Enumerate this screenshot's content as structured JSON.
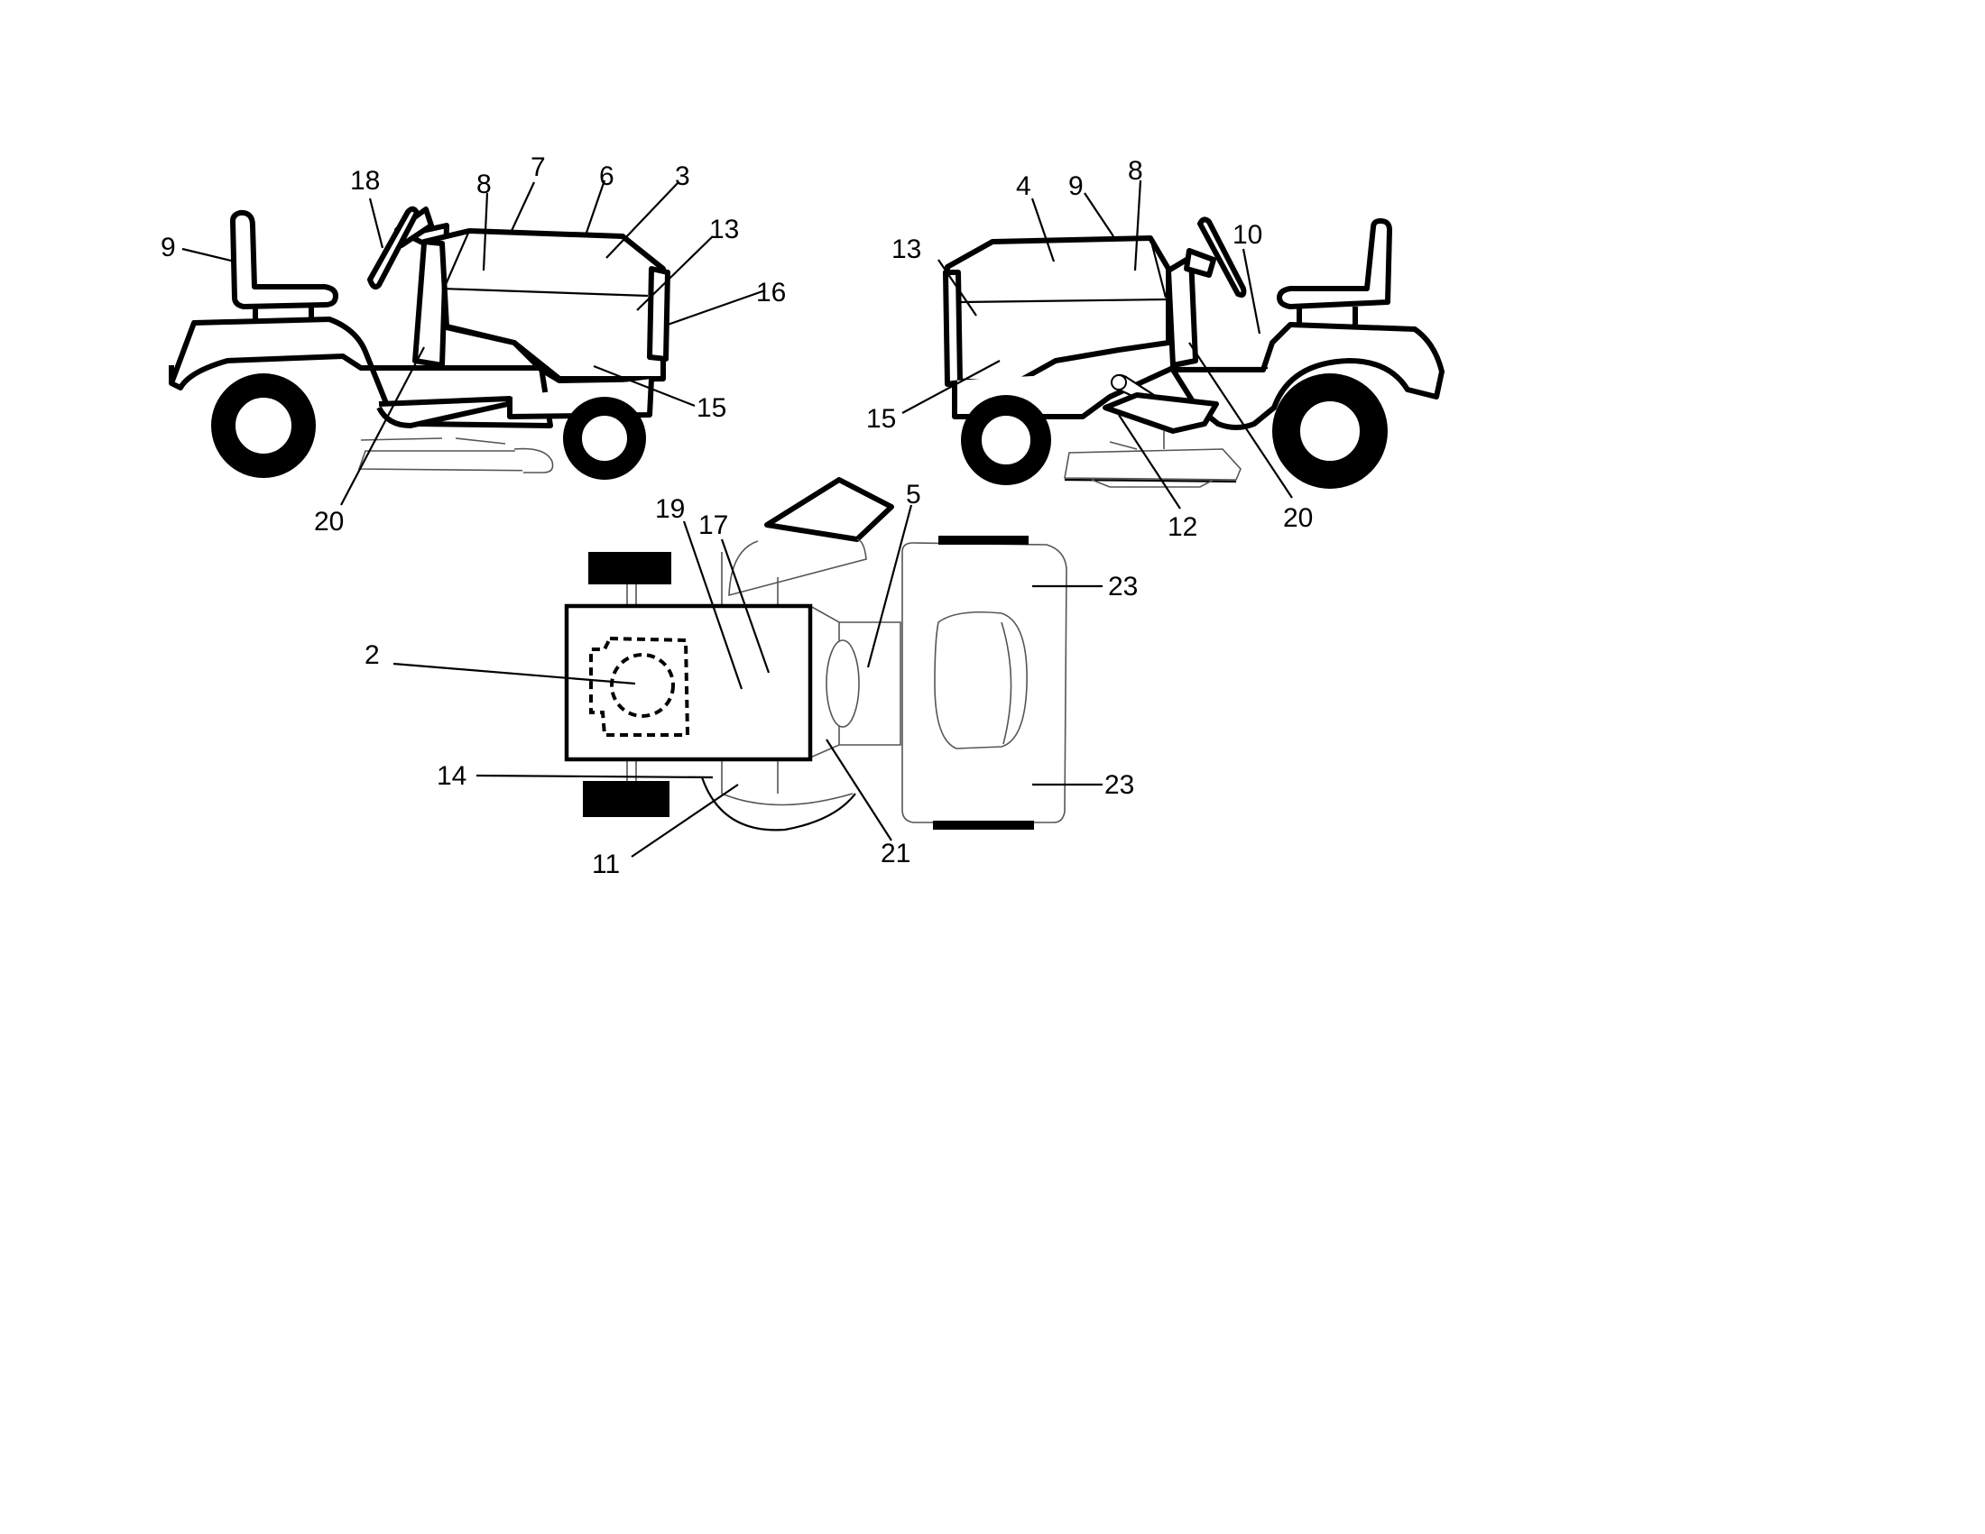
{
  "diagram": {
    "left_view_labels": {
      "seat": "9",
      "steering_wheel": "18",
      "hood_side": "8",
      "hood_top_rear": "7",
      "hood_top_front": "6",
      "hood_front": "3",
      "grille": "13",
      "headlight": "16",
      "side_panel": "15",
      "dash_side": "20"
    },
    "right_view_labels": {
      "grille": "13",
      "hood_side_front": "4",
      "hood_top": "9",
      "hood_side_rear": "8",
      "fender": "10",
      "side_panel": "15",
      "deck_lever": "12",
      "dash_side": "20"
    },
    "top_view_labels": {
      "engine": "2",
      "hood_left": "19",
      "hood_right": "17",
      "dash": "5",
      "fender_top": "23",
      "fender_bottom": "23",
      "frame": "14",
      "deck": "11",
      "pan": "21"
    }
  }
}
